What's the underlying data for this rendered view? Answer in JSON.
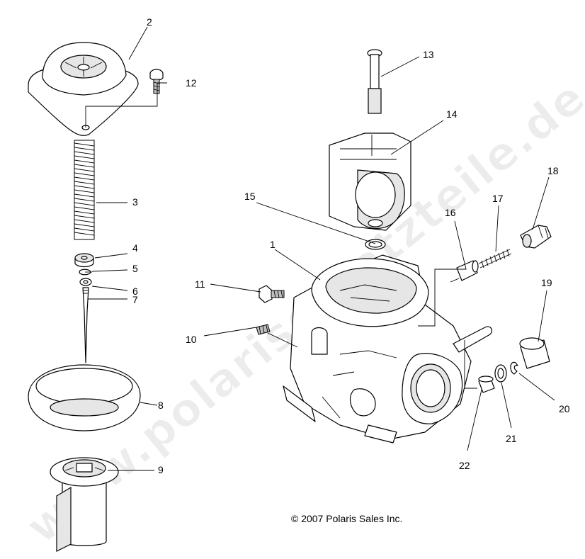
{
  "watermark": "www.polarisersatzteile.de",
  "copyright": "© 2007 Polaris Sales Inc.",
  "callouts": [
    "1",
    "2",
    "3",
    "4",
    "5",
    "6",
    "7",
    "8",
    "9",
    "10",
    "11",
    "12",
    "13",
    "14",
    "15",
    "16",
    "17",
    "18",
    "19",
    "20",
    "21",
    "22"
  ],
  "parts": [
    {
      "id": "1",
      "icon": "carburetor-body"
    },
    {
      "id": "2",
      "icon": "diaphragm-cover"
    },
    {
      "id": "3",
      "icon": "spring"
    },
    {
      "id": "4",
      "icon": "spring-seat"
    },
    {
      "id": "5",
      "icon": "e-clip"
    },
    {
      "id": "6",
      "icon": "washer"
    },
    {
      "id": "7",
      "icon": "jet-needle"
    },
    {
      "id": "8",
      "icon": "diaphragm"
    },
    {
      "id": "9",
      "icon": "vacuum-piston"
    },
    {
      "id": "10",
      "icon": "set-screw"
    },
    {
      "id": "11",
      "icon": "bolt"
    },
    {
      "id": "12",
      "icon": "screw"
    },
    {
      "id": "13",
      "icon": "plunger"
    },
    {
      "id": "14",
      "icon": "bracket"
    },
    {
      "id": "15",
      "icon": "o-ring"
    },
    {
      "id": "16",
      "icon": "starter-plunger"
    },
    {
      "id": "17",
      "icon": "spring"
    },
    {
      "id": "18",
      "icon": "nut"
    },
    {
      "id": "19",
      "icon": "cap"
    },
    {
      "id": "20",
      "icon": "snap-ring"
    },
    {
      "id": "21",
      "icon": "washer"
    },
    {
      "id": "22",
      "icon": "seal"
    }
  ]
}
